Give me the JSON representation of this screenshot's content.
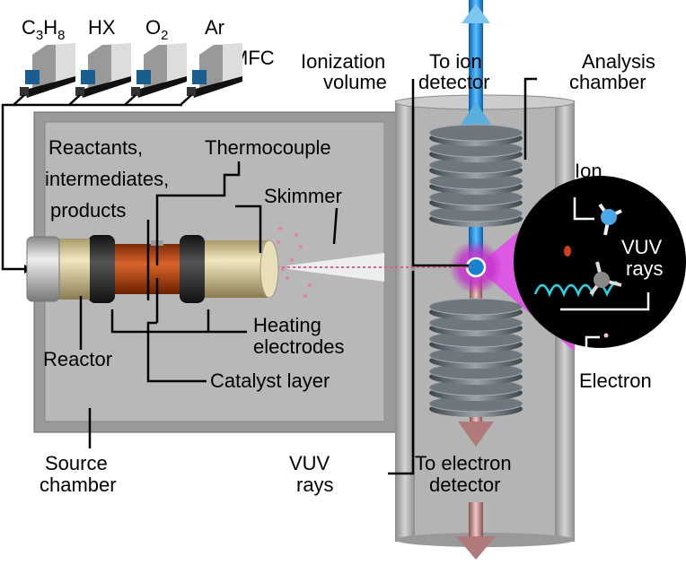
{
  "gases": [
    {
      "main": "C",
      "sub": "3",
      "main2": "H",
      "sub2": "8"
    },
    {
      "main": "HX"
    },
    {
      "main": "O",
      "sub": "2"
    },
    {
      "main": "Ar"
    }
  ],
  "labels": {
    "mfc": "MFC",
    "reactants_1": "Reactants,",
    "reactants_2": "intermediates,",
    "reactants_3": "products",
    "thermocouple": "Thermocouple",
    "skimmer": "Skimmer",
    "ionization_1": "Ionization",
    "ionization_2": "volume",
    "to_ion_1": "To ion",
    "to_ion_2": "detector",
    "analysis_1": "Analysis",
    "analysis_2": "chamber",
    "ion": "Ion",
    "vuv_inset_1": "VUV",
    "vuv_inset_2": "rays",
    "electron": "Electron",
    "heating_1": "Heating",
    "heating_2": "electrodes",
    "reactor": "Reactor",
    "catalyst": "Catalyst layer",
    "source_1": "Source",
    "source_2": "chamber",
    "vuv_1": "VUV",
    "vuv_2": "rays",
    "to_electron_1": "To electron",
    "to_electron_2": "detector"
  },
  "colors": {
    "ion_beam": "#1e90d8",
    "electron_beam": "#c48a8a",
    "vuv_glow": "#e040e0",
    "chamber": "#9c9c9c",
    "catalyst": "#c8501e"
  }
}
